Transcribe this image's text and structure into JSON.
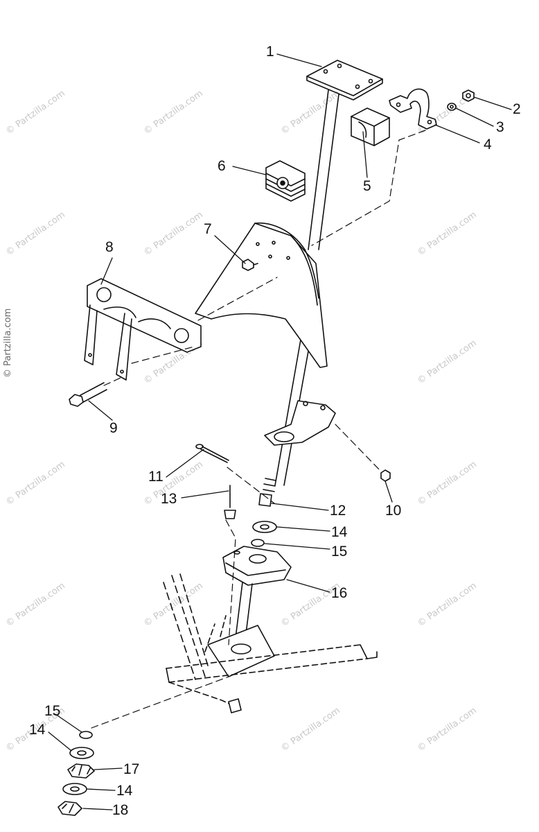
{
  "watermark": {
    "text": "© Partzilla.com"
  },
  "callouts": {
    "c1": "1",
    "c2": "2",
    "c3": "3",
    "c4": "4",
    "c5": "5",
    "c6": "6",
    "c7": "7",
    "c8": "8",
    "c9": "9",
    "c10": "10",
    "c11": "11",
    "c12": "12",
    "c13": "13",
    "c14a": "14",
    "c15a": "15",
    "c16": "16",
    "c15b": "15",
    "c14b": "14",
    "c17": "17",
    "c14c": "14",
    "c18": "18"
  }
}
